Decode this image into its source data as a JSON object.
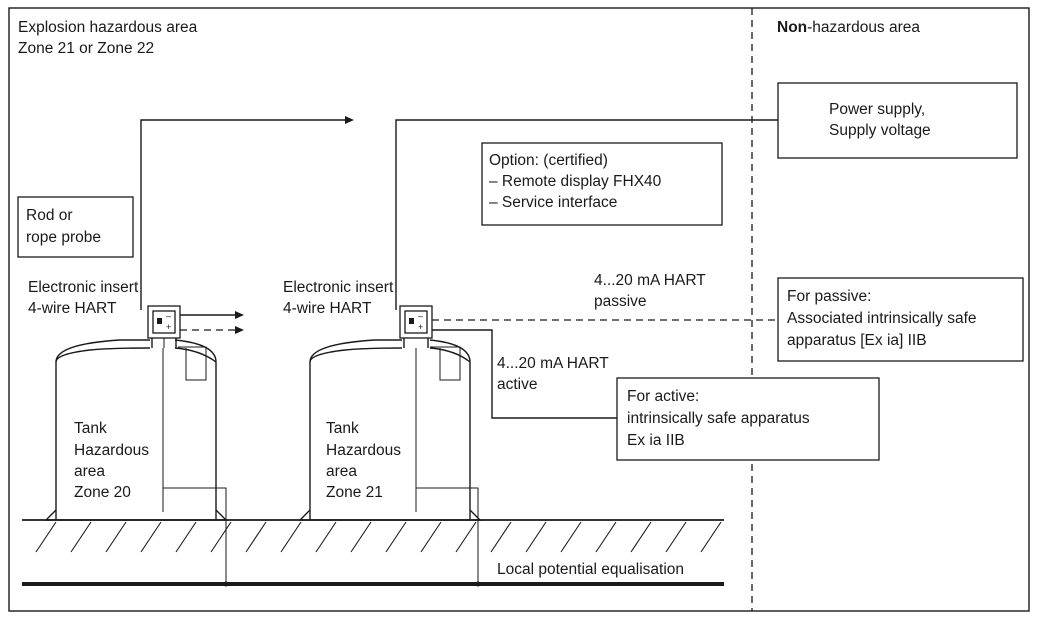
{
  "zones": {
    "hazardous_line1": "Explosion hazardous area",
    "hazardous_line2": "Zone 21 or Zone 22",
    "non_bold": "Non",
    "non_rest": "-hazardous area"
  },
  "boxes": {
    "power_line1": "Power supply,",
    "power_line2": "Supply voltage",
    "option_line1": "Option: (certified)",
    "option_line2": "– Remote display FHX40",
    "option_line3": "– Service interface",
    "probe_line1": "Rod or",
    "probe_line2": "rope probe",
    "passive_line1": "For passive:",
    "passive_line2": "Associated intrinsically safe",
    "passive_line3": "apparatus [Ex ia] IIB",
    "active_line1": "For active:",
    "active_line2": "intrinsically safe apparatus",
    "active_line3": "Ex ia IIB"
  },
  "labels": {
    "insert1_line1": "Electronic insert",
    "insert1_line2": "4-wire HART",
    "insert2_line1": "Electronic insert",
    "insert2_line2": "4-wire HART",
    "passive_line1": "4...20 mA HART",
    "passive_line2": "passive",
    "active_line1": "4...20 mA HART",
    "active_line2": "active",
    "equalisation": "Local potential equalisation",
    "terminal_minus": "–",
    "terminal_plus": "+"
  },
  "tanks": [
    {
      "line1": "Tank",
      "line2": "Hazardous",
      "line3": "area",
      "line4": "Zone 20"
    },
    {
      "line1": "Tank",
      "line2": "Hazardous",
      "line3": "area",
      "line4": "Zone 21"
    }
  ]
}
